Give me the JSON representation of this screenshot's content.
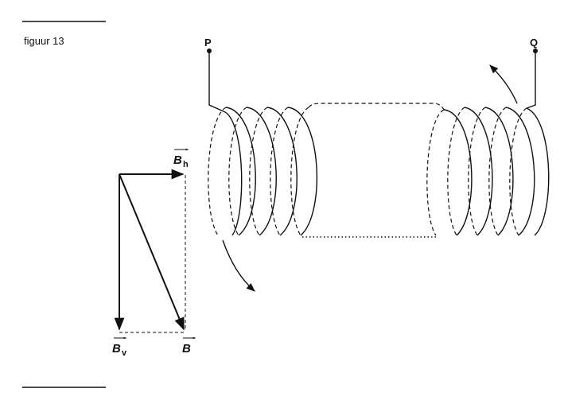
{
  "figure": {
    "caption": "figuur 13"
  },
  "terminals": {
    "p_label": "P",
    "q_label": "Q"
  },
  "vectors": {
    "bh_symbol": "B",
    "bh_subscript": "h",
    "bv_symbol": "B",
    "bv_subscript": "v",
    "b_symbol": "B"
  }
}
